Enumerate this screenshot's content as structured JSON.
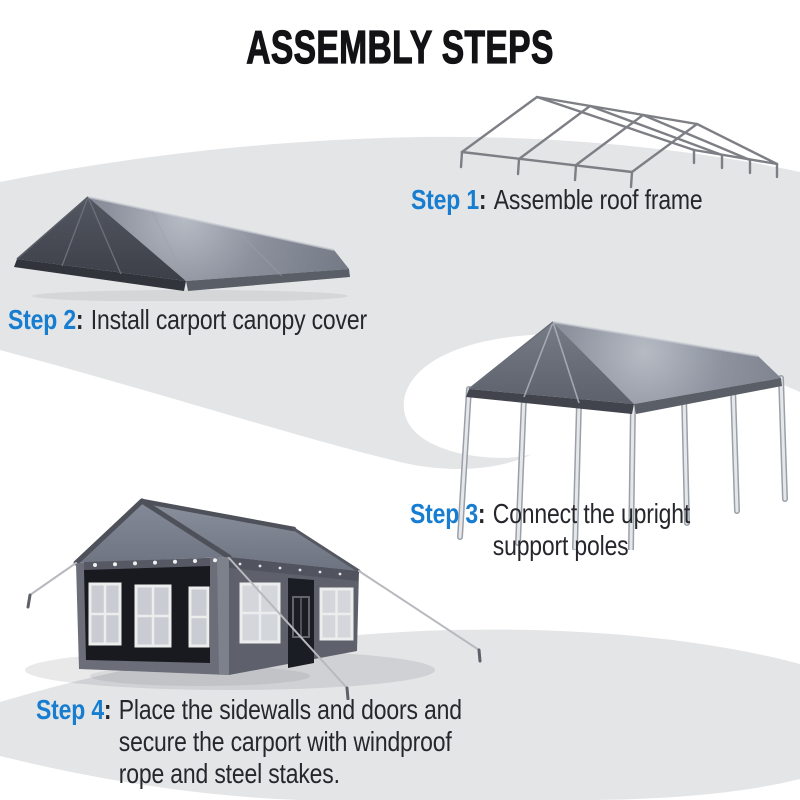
{
  "title": "ASSEMBLY STEPS",
  "colors": {
    "accent_blue": "#177dd0",
    "swirl_gray": "#e4e5e7",
    "text_dark": "#26272c",
    "canopy_dark_face": "#454953",
    "canopy_light_face": "#8d929c"
  },
  "steps": [
    {
      "label": "Step 1",
      "separator": ":",
      "text": "Assemble roof frame",
      "illustration": "roof-frame-wireframe"
    },
    {
      "label": "Step 2",
      "separator": ":",
      "text": "Install carport canopy cover",
      "illustration": "canopy-cover"
    },
    {
      "label": "Step 3",
      "separator": ":",
      "text": "Connect the upright\nsupport poles",
      "illustration": "canopy-with-support-poles"
    },
    {
      "label": "Step 4",
      "separator": ":",
      "text": "Place the sidewalls and doors and\nsecure the carport with windproof\nrope and steel stakes.",
      "illustration": "complete-carport-with-sidewalls"
    }
  ]
}
